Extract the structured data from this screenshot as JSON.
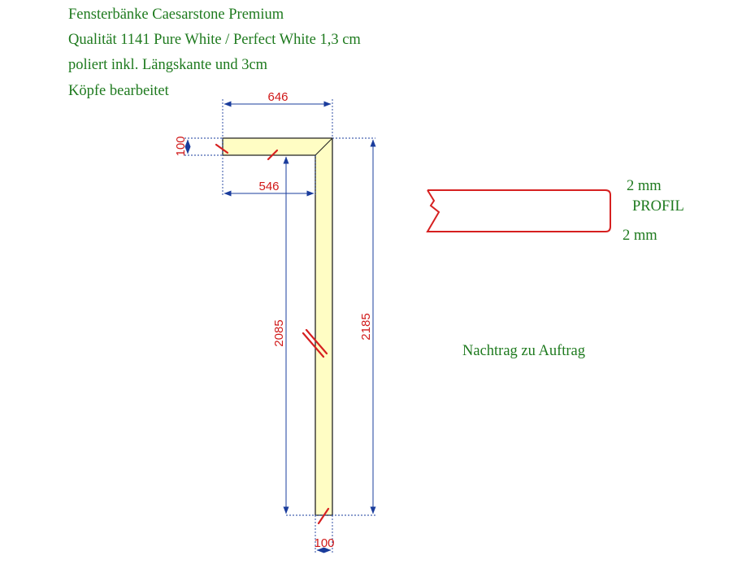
{
  "description": {
    "line1": "Fensterbänke Caesarstone Premium",
    "line2": "Qualität 1141 Pure White / Perfect White 1,3 cm",
    "line3": "poliert inkl. Längskante und 3cm",
    "line4": "Köpfe bearbeitet"
  },
  "dimensions": {
    "top_width": "646",
    "inner_width": "546",
    "top_depth": "100",
    "inner_height": "2085",
    "total_height": "2185",
    "bottom_width": "100"
  },
  "profile": {
    "top_thickness": "2 mm",
    "label": "PROFIL",
    "bottom_thickness": "2 mm"
  },
  "remark": "Nachtrag zu Auftrag",
  "colors": {
    "text_green": "#1e7a1e",
    "dimension_red": "#d01818",
    "dimension_line_blue": "#1a3c9c",
    "part_fill": "#fffdc4",
    "profile_red": "#d62020"
  }
}
